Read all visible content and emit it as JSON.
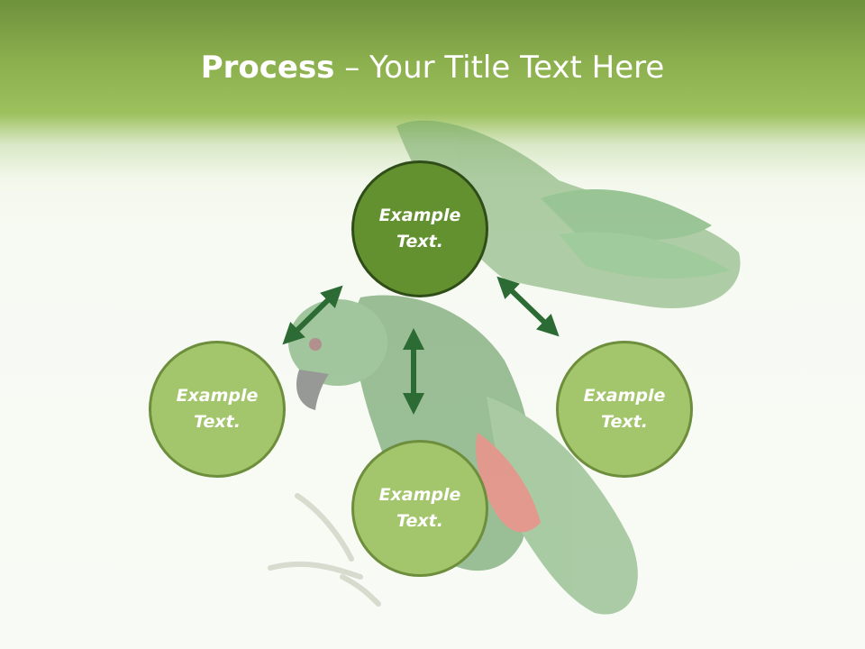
{
  "slide": {
    "title_bold": "Process",
    "title_rest": " – Your Title Text Here"
  },
  "nodes": {
    "top": "Example Text.",
    "left": "Example Text.",
    "right": "Example Text.",
    "bottom": "Example Text."
  },
  "colors": {
    "header_green": "#8cb04e",
    "node_light": "#a3c56b",
    "node_dark": "#63912f",
    "arrow": "#2d6b35"
  }
}
